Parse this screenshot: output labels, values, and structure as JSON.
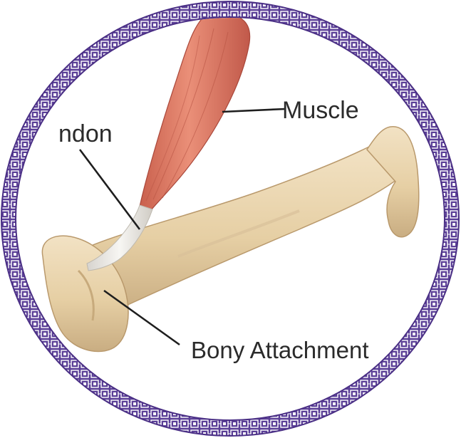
{
  "labels": {
    "muscle": "Muscle",
    "tendon": "ndon",
    "bony_attachment": "Bony Attachment"
  },
  "colors": {
    "frame": "#5b3f97",
    "frame_light": "#ffffff",
    "bone": "#ecd8b4",
    "bone_shadow": "#c9ad82",
    "muscle": "#e27f6a",
    "muscle_dark": "#b95443",
    "tendon": "#ecebe8",
    "leader": "#1e1e1e"
  }
}
